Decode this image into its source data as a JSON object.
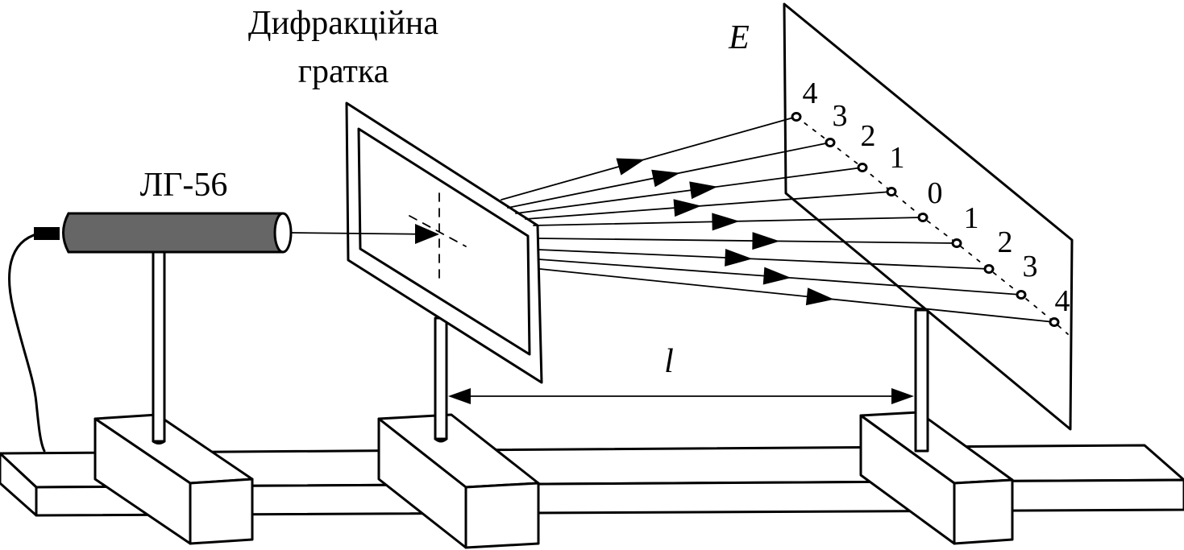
{
  "labels": {
    "grating_line1": "Дифракційна",
    "grating_line2": "гратка",
    "laser": "ЛГ-56",
    "screen": "E",
    "distance": "l"
  },
  "orders": {
    "upper": [
      "4",
      "3",
      "2",
      "1"
    ],
    "zero": "0",
    "lower": [
      "1",
      "2",
      "3",
      "4"
    ]
  }
}
